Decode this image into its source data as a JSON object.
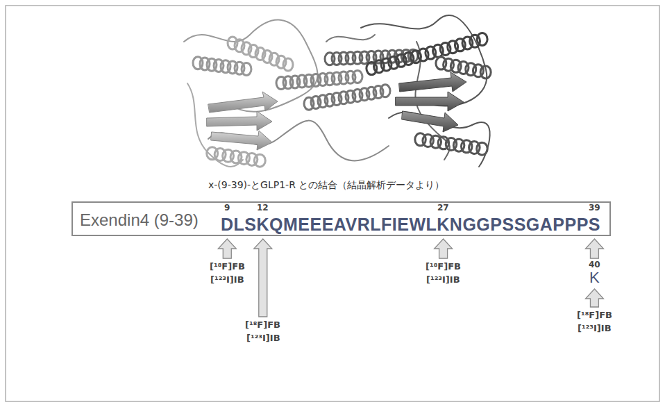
{
  "diagram": {
    "caption": "x-(9-39)-とGLP1-R との結合（結晶解析データより）",
    "nodes": [
      {
        "text": [
          "Exendin4 (9-39)",
          "DLSKQMEEEAVRLFIEWLKNGGPSSGAPPPS"
        ]
      }
    ],
    "labels": [
      "9",
      "12",
      "27",
      "39",
      "[¹⁸F]FB",
      "[¹²³I]IB",
      "[¹⁸F]FB",
      "[¹²³I]IB",
      "[¹⁸F]FB",
      "[¹²³I]IB",
      "40",
      "K",
      "[¹⁸F]FB",
      "[¹²³I]IB"
    ]
  }
}
